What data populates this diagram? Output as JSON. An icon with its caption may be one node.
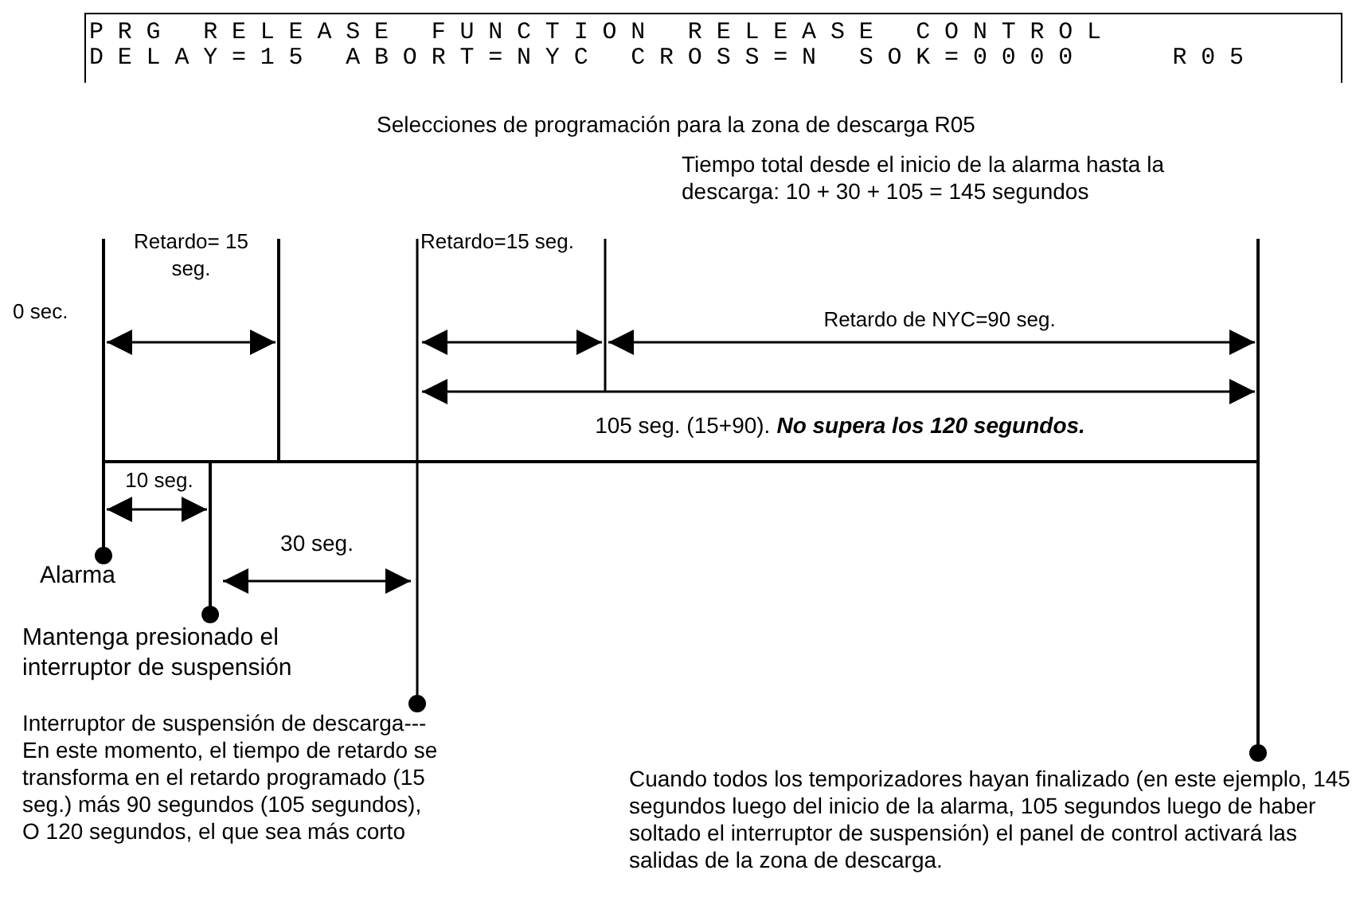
{
  "diagram": {
    "caption": "Selecciones de programación para la zona de descarga R05",
    "nodes": [
      {
        "text": [
          "PRG RELEASE FUNCTION RELEASE CONTROL",
          "DELAY=15 ABORT=NYC CROSS=N SOK=0000   R05"
        ]
      }
    ],
    "labels": [
      "Tiempo total desde el inicio de la alarma hasta la descarga: 10 + 30 + 105 = 145 segundos",
      "Retardo= 15 seg.",
      "Retardo=15 seg.",
      "Retardo de NYC=90 seg.",
      "0 sec.",
      "105 seg. (15+90).",
      "No supera los 120 segundos.",
      "10 seg.",
      "30 seg.",
      "Alarma",
      "Mantenga presionado el interruptor de suspensión",
      "Interruptor de suspensión de descarga---En este momento, el tiempo de retardo se transforma en el retardo programado (15 seg.) más 90 segundos (105 segundos), O 120 segundos, el que sea más corto",
      "Cuando todos los temporizadores hayan finalizado (en este ejemplo, 145 segundos luego del inicio de la alarma, 105 segundos luego de haber soltado el interruptor de suspensión) el panel de control activará las salidas de la zona de descarga."
    ]
  }
}
